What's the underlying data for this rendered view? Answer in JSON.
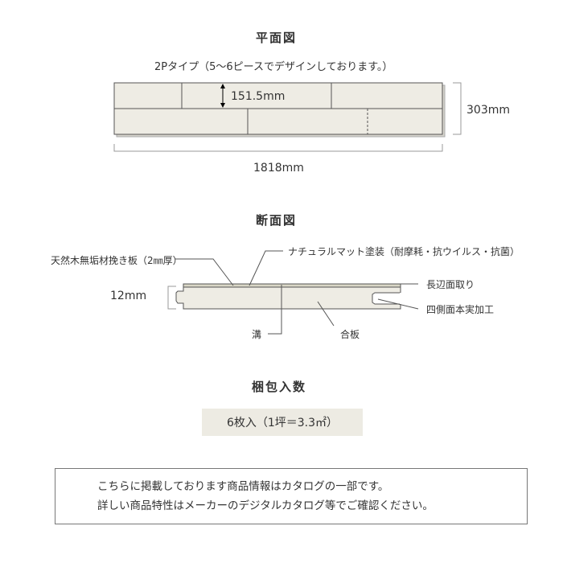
{
  "plan": {
    "title": "平面図",
    "subtitle": "2Pタイプ（5～6ピースでデザインしております。）",
    "plank_width": "151.5mm",
    "height": "303mm",
    "length": "1818mm"
  },
  "section": {
    "title": "断面図",
    "thickness": "12mm",
    "labels": {
      "veneer": "天然木無垢材挽き板（2㎜厚）",
      "coating": "ナチュラルマット塗装（耐摩耗・抗ウイルス・抗菌）",
      "chamfer": "長辺面取り",
      "tongue_groove": "四側面本実加工",
      "groove": "溝",
      "plywood": "合板"
    }
  },
  "packing": {
    "title": "梱包入数",
    "value": "6枚入（1坪＝3.3㎡）"
  },
  "notice": {
    "line1": "こちらに掲載しております商品情報はカタログの一部です。",
    "line2": "詳しい商品特性はメーカーのデジタルカタログ等でご確認ください。"
  },
  "colors": {
    "board": "#eeece4",
    "line": "#555555",
    "box": "#edebe3"
  }
}
